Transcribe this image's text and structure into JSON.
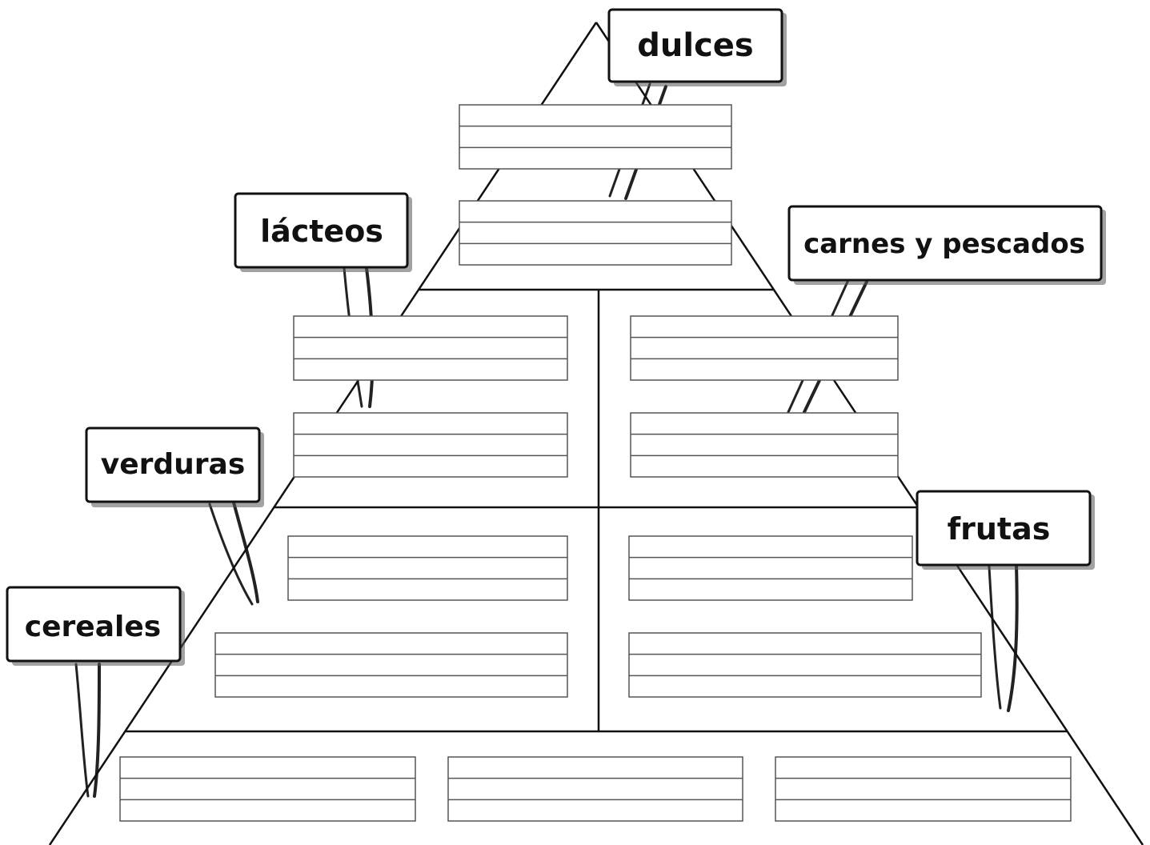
{
  "signs": [
    {
      "id": "dulces",
      "label": "dulces"
    },
    {
      "id": "lacteos",
      "label": "lácteos"
    },
    {
      "id": "carnes",
      "label": "carnes y pescados"
    },
    {
      "id": "verduras",
      "label": "verduras"
    },
    {
      "id": "frutas",
      "label": "frutas"
    },
    {
      "id": "cereales",
      "label": "cereales"
    }
  ],
  "answer_boxes": {
    "lines_per_box": 3,
    "count": 13
  },
  "colors": {
    "ink": "#111111",
    "box_border": "#555555",
    "sign_fill": "#ffffff"
  }
}
